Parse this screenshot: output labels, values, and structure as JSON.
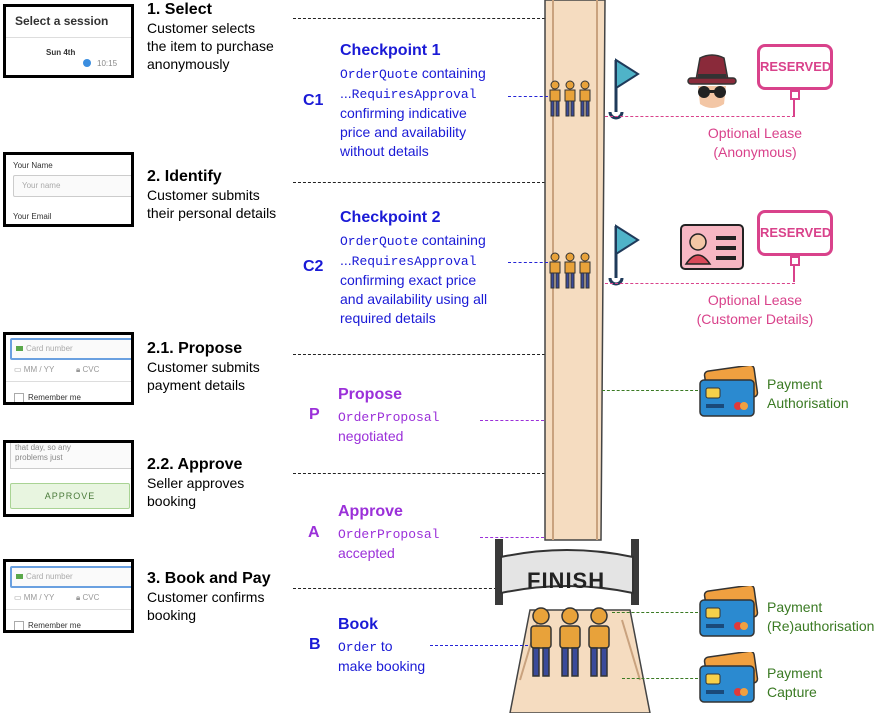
{
  "thumbs": {
    "select": {
      "title": "Select a session",
      "date": "Sun 4th",
      "time": "10:15"
    },
    "identify": {
      "name_label": "Your Name",
      "name_placeholder": "Your name",
      "email_label": "Your Email"
    },
    "propose": {
      "card": "Card number",
      "expiry": "MM / YY",
      "cvc": "CVC",
      "remember": "Remember me"
    },
    "approve": {
      "snippet_1": "that day, so any",
      "snippet_2": "problems just",
      "button": "APPROVE"
    },
    "book": {
      "card": "Card number",
      "expiry": "MM / YY",
      "cvc": "CVC",
      "remember": "Remember me"
    }
  },
  "steps": [
    {
      "title": "1. Select",
      "desc": [
        "Customer selects",
        "the item to purchase",
        "anonymously"
      ]
    },
    {
      "title": "2. Identify",
      "desc": [
        "Customer submits",
        "their personal details"
      ]
    },
    {
      "title": "2.1. Propose",
      "desc": [
        "Customer submits",
        "payment details"
      ]
    },
    {
      "title": "2.2. Approve",
      "desc": [
        "Seller approves",
        "booking"
      ]
    },
    {
      "title": "3. Book and Pay",
      "desc": [
        "Customer confirms",
        "booking"
      ]
    }
  ],
  "checkpoints": [
    {
      "letter": "C1",
      "title": "Checkpoint 1",
      "code1": "OrderQuote",
      "text1": " containing",
      "prefix2": "...",
      "code2": "RequiresApproval",
      "lines": [
        "confirming indicative",
        "price and availability",
        "without details"
      ]
    },
    {
      "letter": "C2",
      "title": "Checkpoint 2",
      "code1": "OrderQuote",
      "text1": " containing",
      "prefix2": "...",
      "code2": "RequiresApproval",
      "lines": [
        "confirming exact price",
        "and availability using all",
        "required details"
      ]
    }
  ],
  "propose": {
    "letter": "P",
    "title": "Propose",
    "code": "OrderProposal",
    "text": "negotiated"
  },
  "approve": {
    "letter": "A",
    "title": "Approve",
    "code": "OrderProposal",
    "text": "accepted"
  },
  "book": {
    "letter": "B",
    "title": "Book",
    "code": "Order",
    "text1": " to",
    "text2": "make booking"
  },
  "finish_label": "FINISH",
  "reserved_label": "RESERVED",
  "leases": [
    {
      "line1": "Optional Lease",
      "line2": "(Anonymous)"
    },
    {
      "line1": "Optional Lease",
      "line2": "(Customer Details)"
    }
  ],
  "payments": [
    {
      "line1": "Payment",
      "line2": "Authorisation"
    },
    {
      "line1": "Payment",
      "line2": "(Re)authorisation"
    },
    {
      "line1": "Payment",
      "line2": "Capture"
    }
  ],
  "colors": {
    "blue": "#1a1ad6",
    "purple": "#9b30d9",
    "pink": "#d9428b",
    "green": "#3a7a23",
    "track": "#f5dcc0"
  }
}
